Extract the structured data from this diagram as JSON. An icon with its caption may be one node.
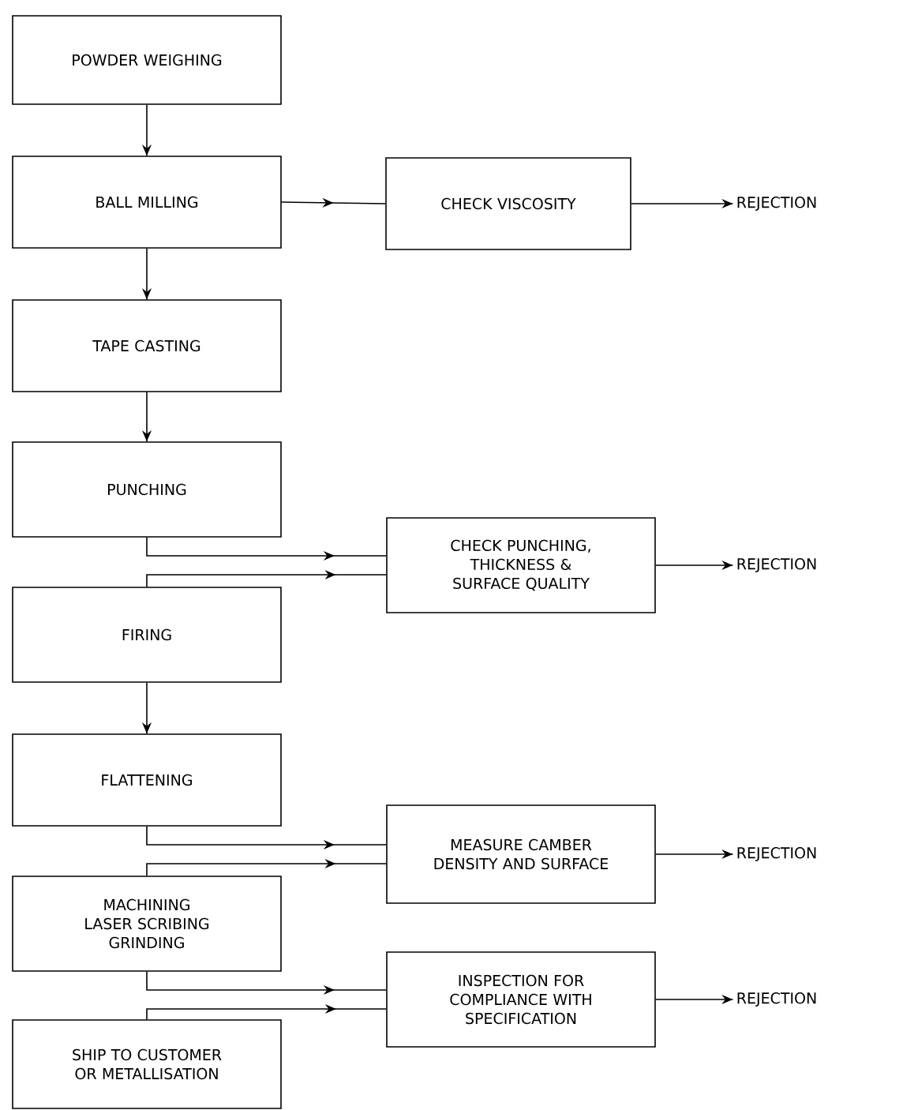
{
  "diagram": {
    "nodes": [
      {
        "text": [
          "POWDER WEIGHING"
        ]
      },
      {
        "text": [
          "BALL MILLING"
        ]
      },
      {
        "text": [
          "CHECK VISCOSITY"
        ]
      },
      {
        "text": [
          "REJECTION"
        ]
      },
      {
        "text": [
          "TAPE CASTING"
        ]
      },
      {
        "text": [
          "PUNCHING"
        ]
      },
      {
        "text": [
          "CHECK PUNCHING, THICKNESS & SURFACE QUALITY"
        ]
      },
      {
        "text": [
          "REJECTION"
        ]
      },
      {
        "text": [
          "FIRING"
        ]
      },
      {
        "text": [
          "FLATTENING"
        ]
      },
      {
        "text": [
          "MEASURE CAMBER DENSITY AND SURFACE"
        ]
      },
      {
        "text": [
          "REJECTION"
        ]
      },
      {
        "text": [
          "MACHINING LASER SCRIBING GRINDING"
        ]
      },
      {
        "text": [
          "INSPECTION FOR COMPLIANCE WITH SPECIFICATION"
        ]
      },
      {
        "text": [
          "REJECTION"
        ]
      },
      {
        "text": [
          "SHIP TO CUSTOMER OR METALLISATION"
        ]
      }
    ],
    "edges": [
      {
        "from": 0,
        "to": 1,
        "arrow": "to"
      },
      {
        "from": 1,
        "to": 4,
        "arrow": "to"
      },
      {
        "from": 1,
        "to": 2,
        "arrow": "to"
      },
      {
        "from": 2,
        "to": 3,
        "arrow": "to"
      },
      {
        "from": 4,
        "to": 5,
        "arrow": "to"
      },
      {
        "from": 5,
        "to": 6,
        "arrow": "to"
      },
      {
        "from": 8,
        "to": 6,
        "arrow": "to"
      },
      {
        "from": 6,
        "to": 7,
        "arrow": "to"
      },
      {
        "from": 8,
        "to": 9,
        "arrow": "to"
      },
      {
        "from": 9,
        "to": 10,
        "arrow": "to"
      },
      {
        "from": 12,
        "to": 10,
        "arrow": "to"
      },
      {
        "from": 10,
        "to": 11,
        "arrow": "to"
      },
      {
        "from": 12,
        "to": 13,
        "arrow": "to"
      },
      {
        "from": 15,
        "to": 13,
        "arrow": "to"
      },
      {
        "from": 13,
        "to": 14,
        "arrow": "to"
      }
    ]
  }
}
